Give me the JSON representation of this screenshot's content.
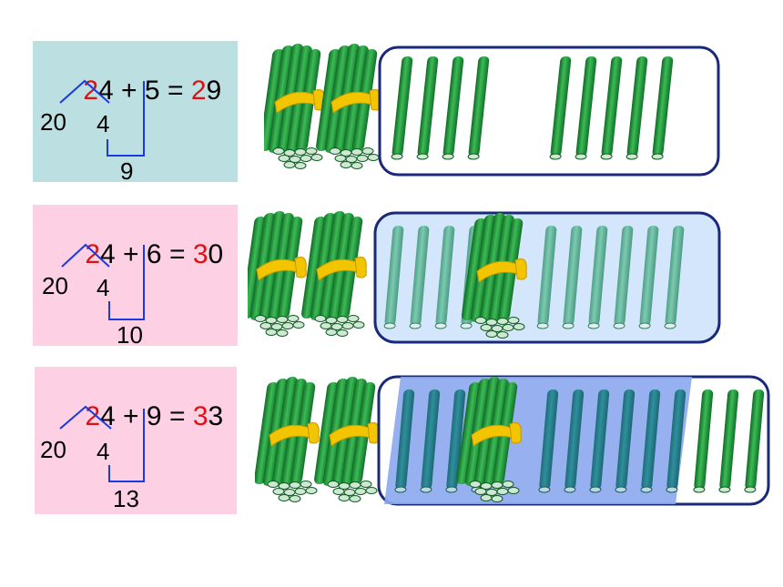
{
  "rows": [
    {
      "bg": "#bcdfe2",
      "eq": {
        "a_tens": "2",
        "a_ones": "4",
        "op": " + ",
        "b": "5",
        "eqsign": " = ",
        "r_tens": "2",
        "r_ones": "9"
      },
      "split_tens": "20",
      "split_ones": "4",
      "sub_sum": "9",
      "loose_box": {
        "fill": "#ffffff",
        "stroke": "#1a2a7a"
      }
    },
    {
      "bg": "#fdd0e3",
      "eq": {
        "a_tens": "2",
        "a_ones": "4",
        "op": " + ",
        "b": "6",
        "eqsign": " = ",
        "r_tens": "3",
        "r_ones": "0"
      },
      "split_tens": "20",
      "split_ones": "4",
      "sub_sum": "10",
      "loose_box": {
        "fill": "#d4e6fb",
        "stroke": "#1a2a7a"
      }
    },
    {
      "bg": "#fdd0e3",
      "eq": {
        "a_tens": "2",
        "a_ones": "4",
        "op": " + ",
        "b": "9",
        "eqsign": " = ",
        "r_tens": "3",
        "r_ones": "3"
      },
      "split_tens": "20",
      "split_ones": "4",
      "sub_sum": "13",
      "loose_box": {
        "fill": "#ffffff",
        "stroke": "#1a2a7a",
        "overlay": "#8ca7ee"
      }
    }
  ],
  "colors": {
    "highlight": "#e01010",
    "line": "#1a3adf",
    "stick": "#1f9a3a",
    "stick_dark": "#14712a",
    "ribbon": "#f2c500"
  }
}
